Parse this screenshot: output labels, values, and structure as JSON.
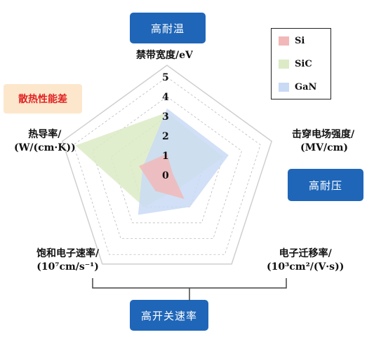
{
  "tags": {
    "high_temp": "高耐温",
    "high_voltage": "高耐压",
    "high_switch": "高开关速率",
    "poor_heat": "散热性能差"
  },
  "axis_labels": {
    "bandgap": "禁带宽度/eV",
    "breakdown_line1": "击穿电场强度/",
    "breakdown_line2": "(MV/cm)",
    "mobility_line1": "电子迁移率/",
    "mobility_line2": "(10³cm²/(V·s))",
    "saturation_line1": "饱和电子速率/",
    "saturation_line2": "(10⁷cm/s⁻¹)",
    "thermal_line1": "热导率/",
    "thermal_line2": "(W/(cm·K))"
  },
  "legend": [
    {
      "name": "Si",
      "color": "#f2b8b8"
    },
    {
      "name": "SiC",
      "color": "#dcebc5"
    },
    {
      "name": "GaN",
      "color": "#c9daf5"
    }
  ],
  "chart_data": {
    "type": "radar",
    "axes": [
      "禁带宽度/eV",
      "击穿电场强度/(MV/cm)",
      "电子迁移率/(10³cm²/(V·s))",
      "饱和电子速率/(10⁷cm/s⁻¹)",
      "热导率/(W/(cm·K))"
    ],
    "range": [
      0,
      5
    ],
    "ticks": [
      "0",
      "1",
      "2",
      "3",
      "4",
      "5"
    ],
    "series": [
      {
        "name": "SiC",
        "values": [
          3.2,
          3.0,
          0.9,
          2.0,
          4.9
        ],
        "color": "#dcebc5"
      },
      {
        "name": "GaN",
        "values": [
          3.4,
          3.3,
          2.0,
          2.5,
          1.3
        ],
        "color": "#c9daf5"
      },
      {
        "name": "Si",
        "values": [
          1.1,
          0.3,
          1.5,
          1.0,
          1.5
        ],
        "color": "#f2b8b8"
      }
    ]
  }
}
